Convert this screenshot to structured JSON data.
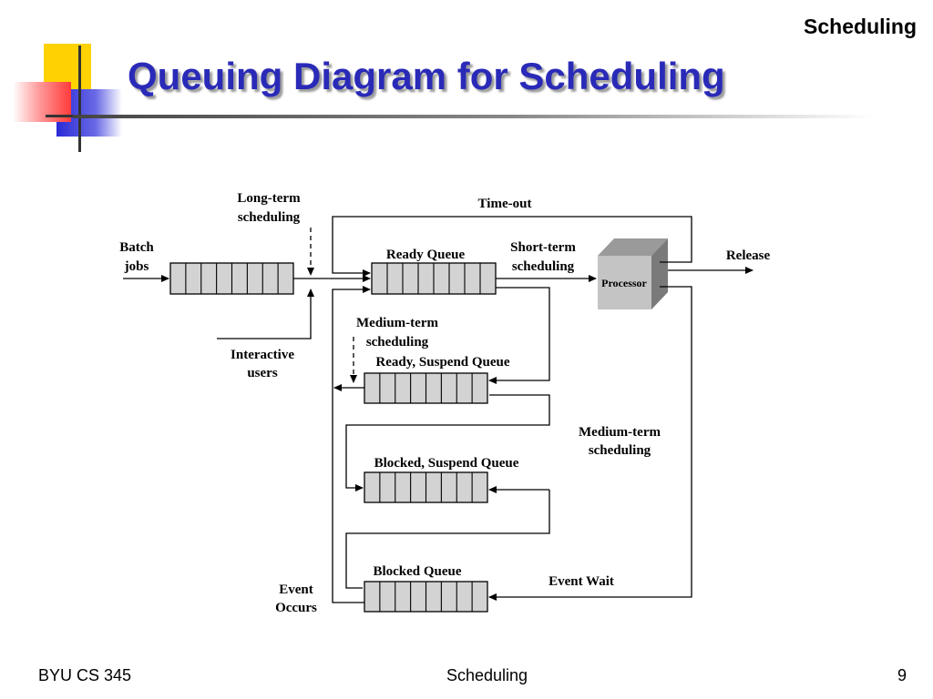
{
  "header": {
    "section_label": "Scheduling"
  },
  "slide": {
    "title": "Queuing Diagram for Scheduling"
  },
  "diagram": {
    "labels": {
      "long_term_line1": "Long-term",
      "long_term_line2": "scheduling",
      "time_out": "Time-out",
      "batch_line1": "Batch",
      "batch_line2": "jobs",
      "ready_queue": "Ready Queue",
      "short_term_line1": "Short-term",
      "short_term_line2": "scheduling",
      "processor": "Processor",
      "release": "Release",
      "medium_term_top_line1": "Medium-term",
      "medium_term_top_line2": "scheduling",
      "interactive_line1": "Interactive",
      "interactive_line2": "users",
      "ready_suspend_queue": "Ready, Suspend Queue",
      "medium_term_right_line1": "Medium-term",
      "medium_term_right_line2": "scheduling",
      "blocked_suspend_queue": "Blocked, Suspend Queue",
      "blocked_queue": "Blocked Queue",
      "event_wait": "Event Wait",
      "event_occurs_line1": "Event",
      "event_occurs_line2": "Occurs"
    },
    "colors": {
      "queue_fill": "#d3d3d3",
      "processor_front": "#c4c4c4",
      "processor_top": "#9a9a9a",
      "processor_side": "#7a7a7a",
      "line": "#000000"
    }
  },
  "footer": {
    "left": "BYU CS 345",
    "center": "Scheduling",
    "page_number": "9"
  }
}
